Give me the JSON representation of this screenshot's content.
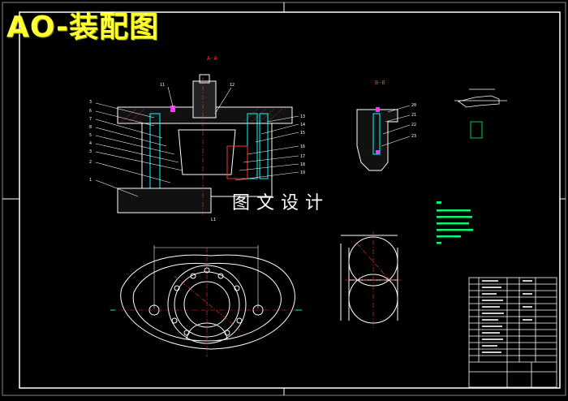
{
  "title": "AO-装配图",
  "watermark": "图文设计",
  "view_labels": {
    "section_aa": "A-A",
    "section_bb": "B-B"
  },
  "balloons_left": [
    "3",
    "6",
    "7",
    "8",
    "5",
    "4",
    "3",
    "2",
    "1"
  ],
  "balloons_top": [
    "11",
    "12"
  ],
  "balloons_right": [
    "13",
    "14",
    "15",
    "16",
    "17",
    "18",
    "19"
  ],
  "balloons_bb": [
    "20",
    "21",
    "22",
    "23"
  ],
  "colors": {
    "line": "#ffffff",
    "part": "#ff3333",
    "bolt": "#00ffff",
    "note": "#00ff66",
    "pin": "#ff33ff",
    "title": "#ffff33"
  }
}
